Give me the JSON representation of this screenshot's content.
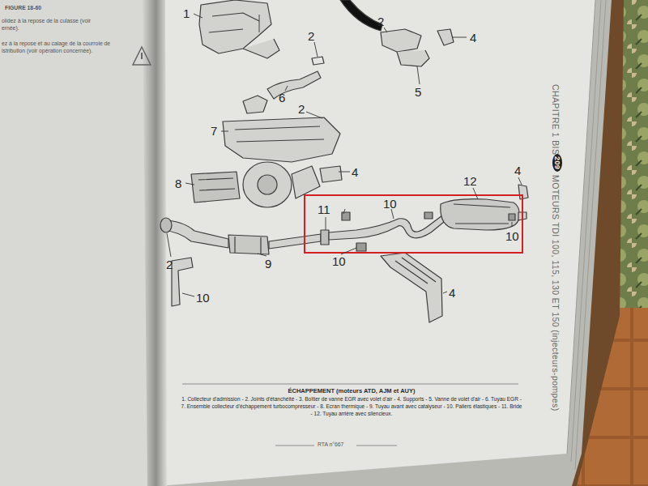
{
  "diagram": {
    "title": "ÉCHAPPEMENT (moteurs ATD, AJM et AUY)",
    "caption": "1. Collecteur d'admission - 2. Joints d'étanchéité - 3. Boîtier de vanne EGR avec volet d'air - 4. Supports - 5. Vanne de volet d'air - 6. Tuyau EGR - 7. Ensemble collecteur d'échappement turbocompresseur - 8. Ecran thermique - 9. Tuyau avant avec catalyseur - 10. Paliers élastiques - 11. Bride - 12. Tuyau arrière avec silencieux.",
    "labels": [
      "FIGURE 18-60",
      "olidez à la repose de la culasse (voir",
      "ernée).",
      "ez à la repose et au calage de la courroie de",
      "istribution (voir opération concernée).",
      "1",
      "2",
      "2",
      "4",
      "5",
      "6",
      "2",
      "7",
      "4",
      "8",
      "12",
      "4",
      "10",
      "11",
      "10",
      "10",
      "9",
      "2",
      "10",
      "4",
      "CHAPITRE 1 BIS",
      "209",
      "MOTEURS TDI 100, 115, 130 ET 150 (injecteurs-pompes)",
      "RTA n°667"
    ]
  }
}
